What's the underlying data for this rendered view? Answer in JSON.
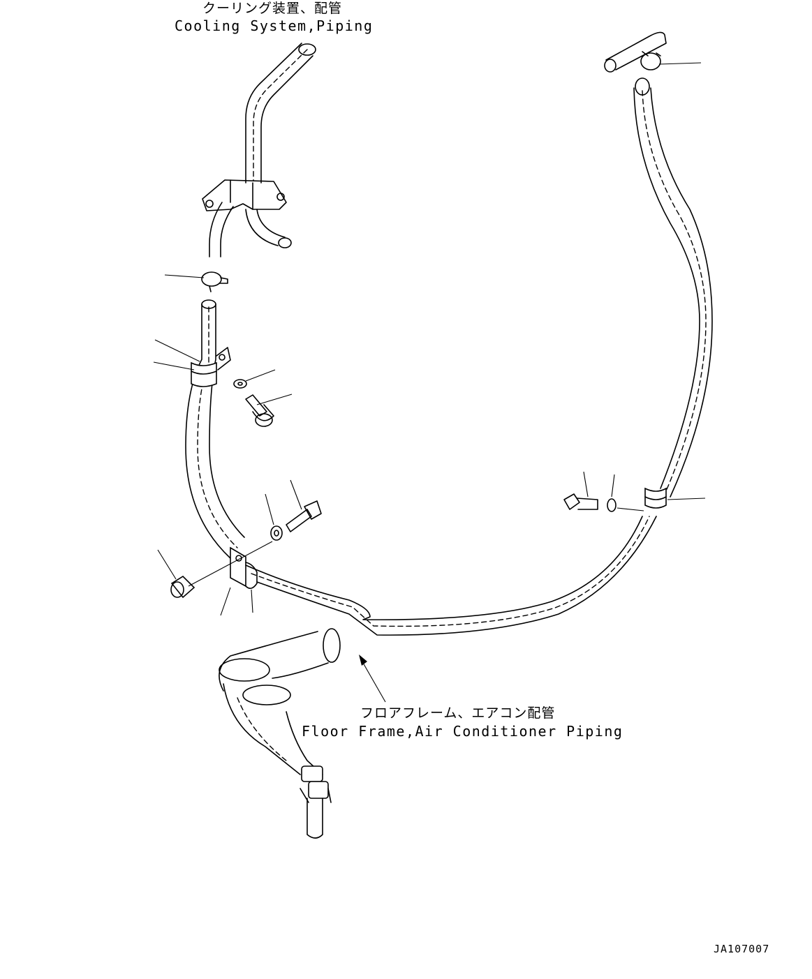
{
  "labels": {
    "cooling_jp": "クーリング装置、配管",
    "cooling_en": "Cooling System,Piping",
    "floor_jp": "フロアフレーム、エアコン配管",
    "floor_en": "Floor Frame,Air Conditioner Piping",
    "drawing_code": "JA107007"
  }
}
